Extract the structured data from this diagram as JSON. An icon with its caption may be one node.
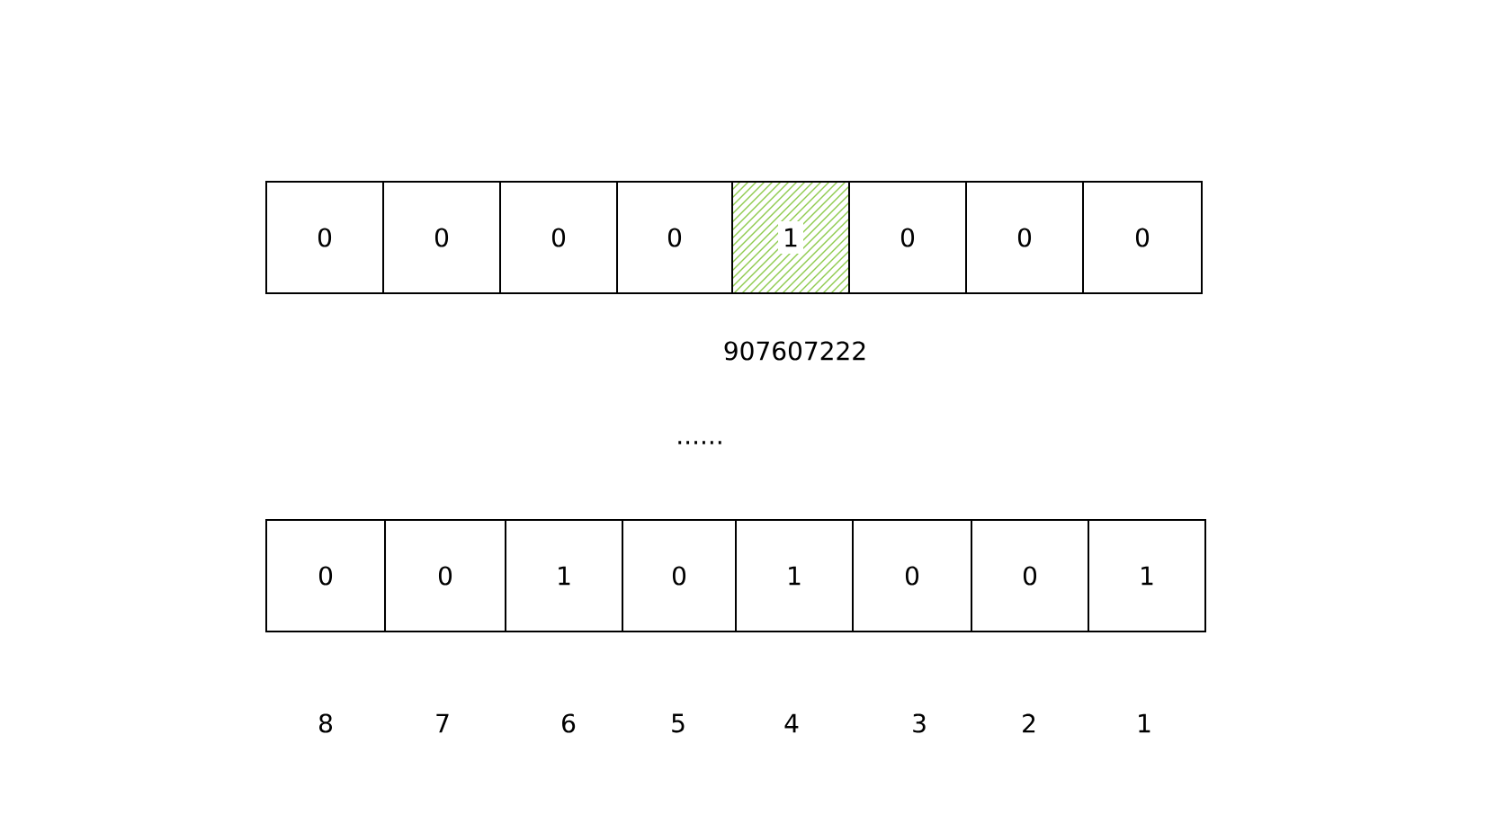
{
  "diagram": {
    "nodes": [
      {
        "text": [
          "0"
        ]
      },
      {
        "text": [
          "0"
        ]
      },
      {
        "text": [
          "0"
        ]
      },
      {
        "text": [
          "0"
        ]
      },
      {
        "text": [
          "1"
        ]
      },
      {
        "text": [
          "0"
        ]
      },
      {
        "text": [
          "0"
        ]
      },
      {
        "text": [
          "0"
        ]
      },
      {
        "text": [
          "0"
        ]
      },
      {
        "text": [
          "0"
        ]
      },
      {
        "text": [
          "1"
        ]
      },
      {
        "text": [
          "0"
        ]
      },
      {
        "text": [
          "1"
        ]
      },
      {
        "text": [
          "0"
        ]
      },
      {
        "text": [
          "0"
        ]
      },
      {
        "text": [
          "1"
        ]
      }
    ],
    "labels": [
      "907607222",
      "......",
      "8",
      "7",
      "6",
      "5",
      "4",
      "3",
      "2",
      "1"
    ]
  }
}
